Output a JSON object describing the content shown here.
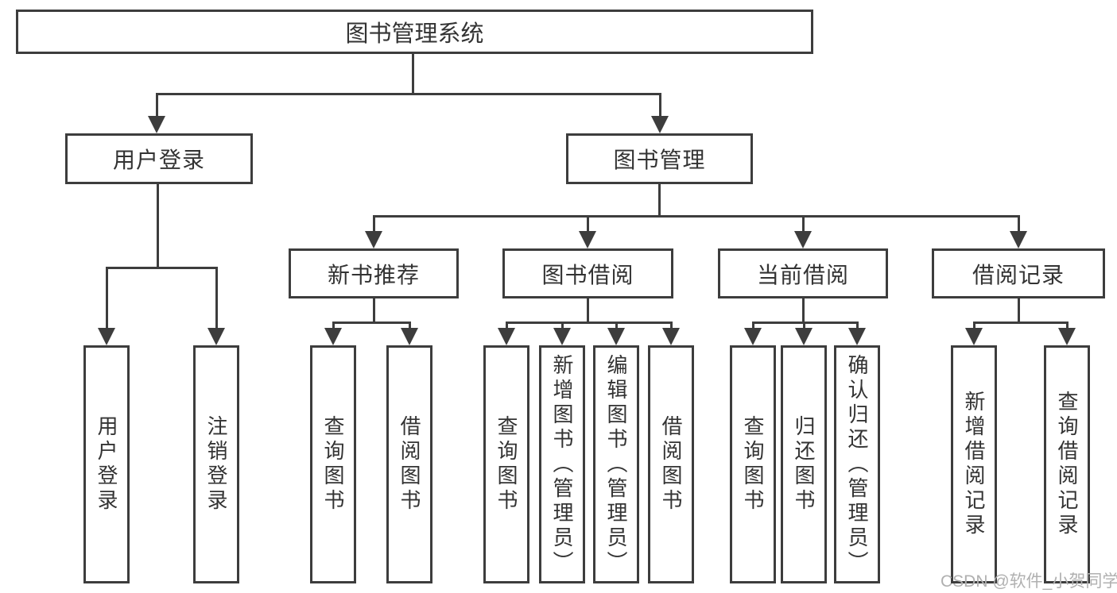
{
  "diagram": {
    "root": {
      "label": "图书管理系统"
    },
    "user_login": {
      "label": "用户登录",
      "children": [
        {
          "label": "用户登录"
        },
        {
          "label": "注销登录"
        }
      ]
    },
    "book_management": {
      "label": "图书管理",
      "new_book_recommend": {
        "label": "新书推荐",
        "children": [
          {
            "label": "查询图书"
          },
          {
            "label": "借阅图书"
          }
        ]
      },
      "book_borrow": {
        "label": "图书借阅",
        "children": [
          {
            "label": "查询图书"
          },
          {
            "label": "新增图书（管理员）"
          },
          {
            "label": "编辑图书（管理员）"
          },
          {
            "label": "借阅图书"
          }
        ]
      },
      "current_borrow": {
        "label": "当前借阅",
        "children": [
          {
            "label": "查询图书"
          },
          {
            "label": "归还图书"
          },
          {
            "label": "确认归还（管理员）"
          }
        ]
      },
      "borrow_records": {
        "label": "借阅记录",
        "children": [
          {
            "label": "新增借阅记录"
          },
          {
            "label": "查询借阅记录"
          }
        ]
      }
    }
  },
  "watermark": {
    "text": "CSDN @软件_小贺同学"
  },
  "colors": {
    "line": "#3d3d3d",
    "text": "#333333",
    "watermark": "#b0b0b0",
    "background": "#ffffff"
  }
}
